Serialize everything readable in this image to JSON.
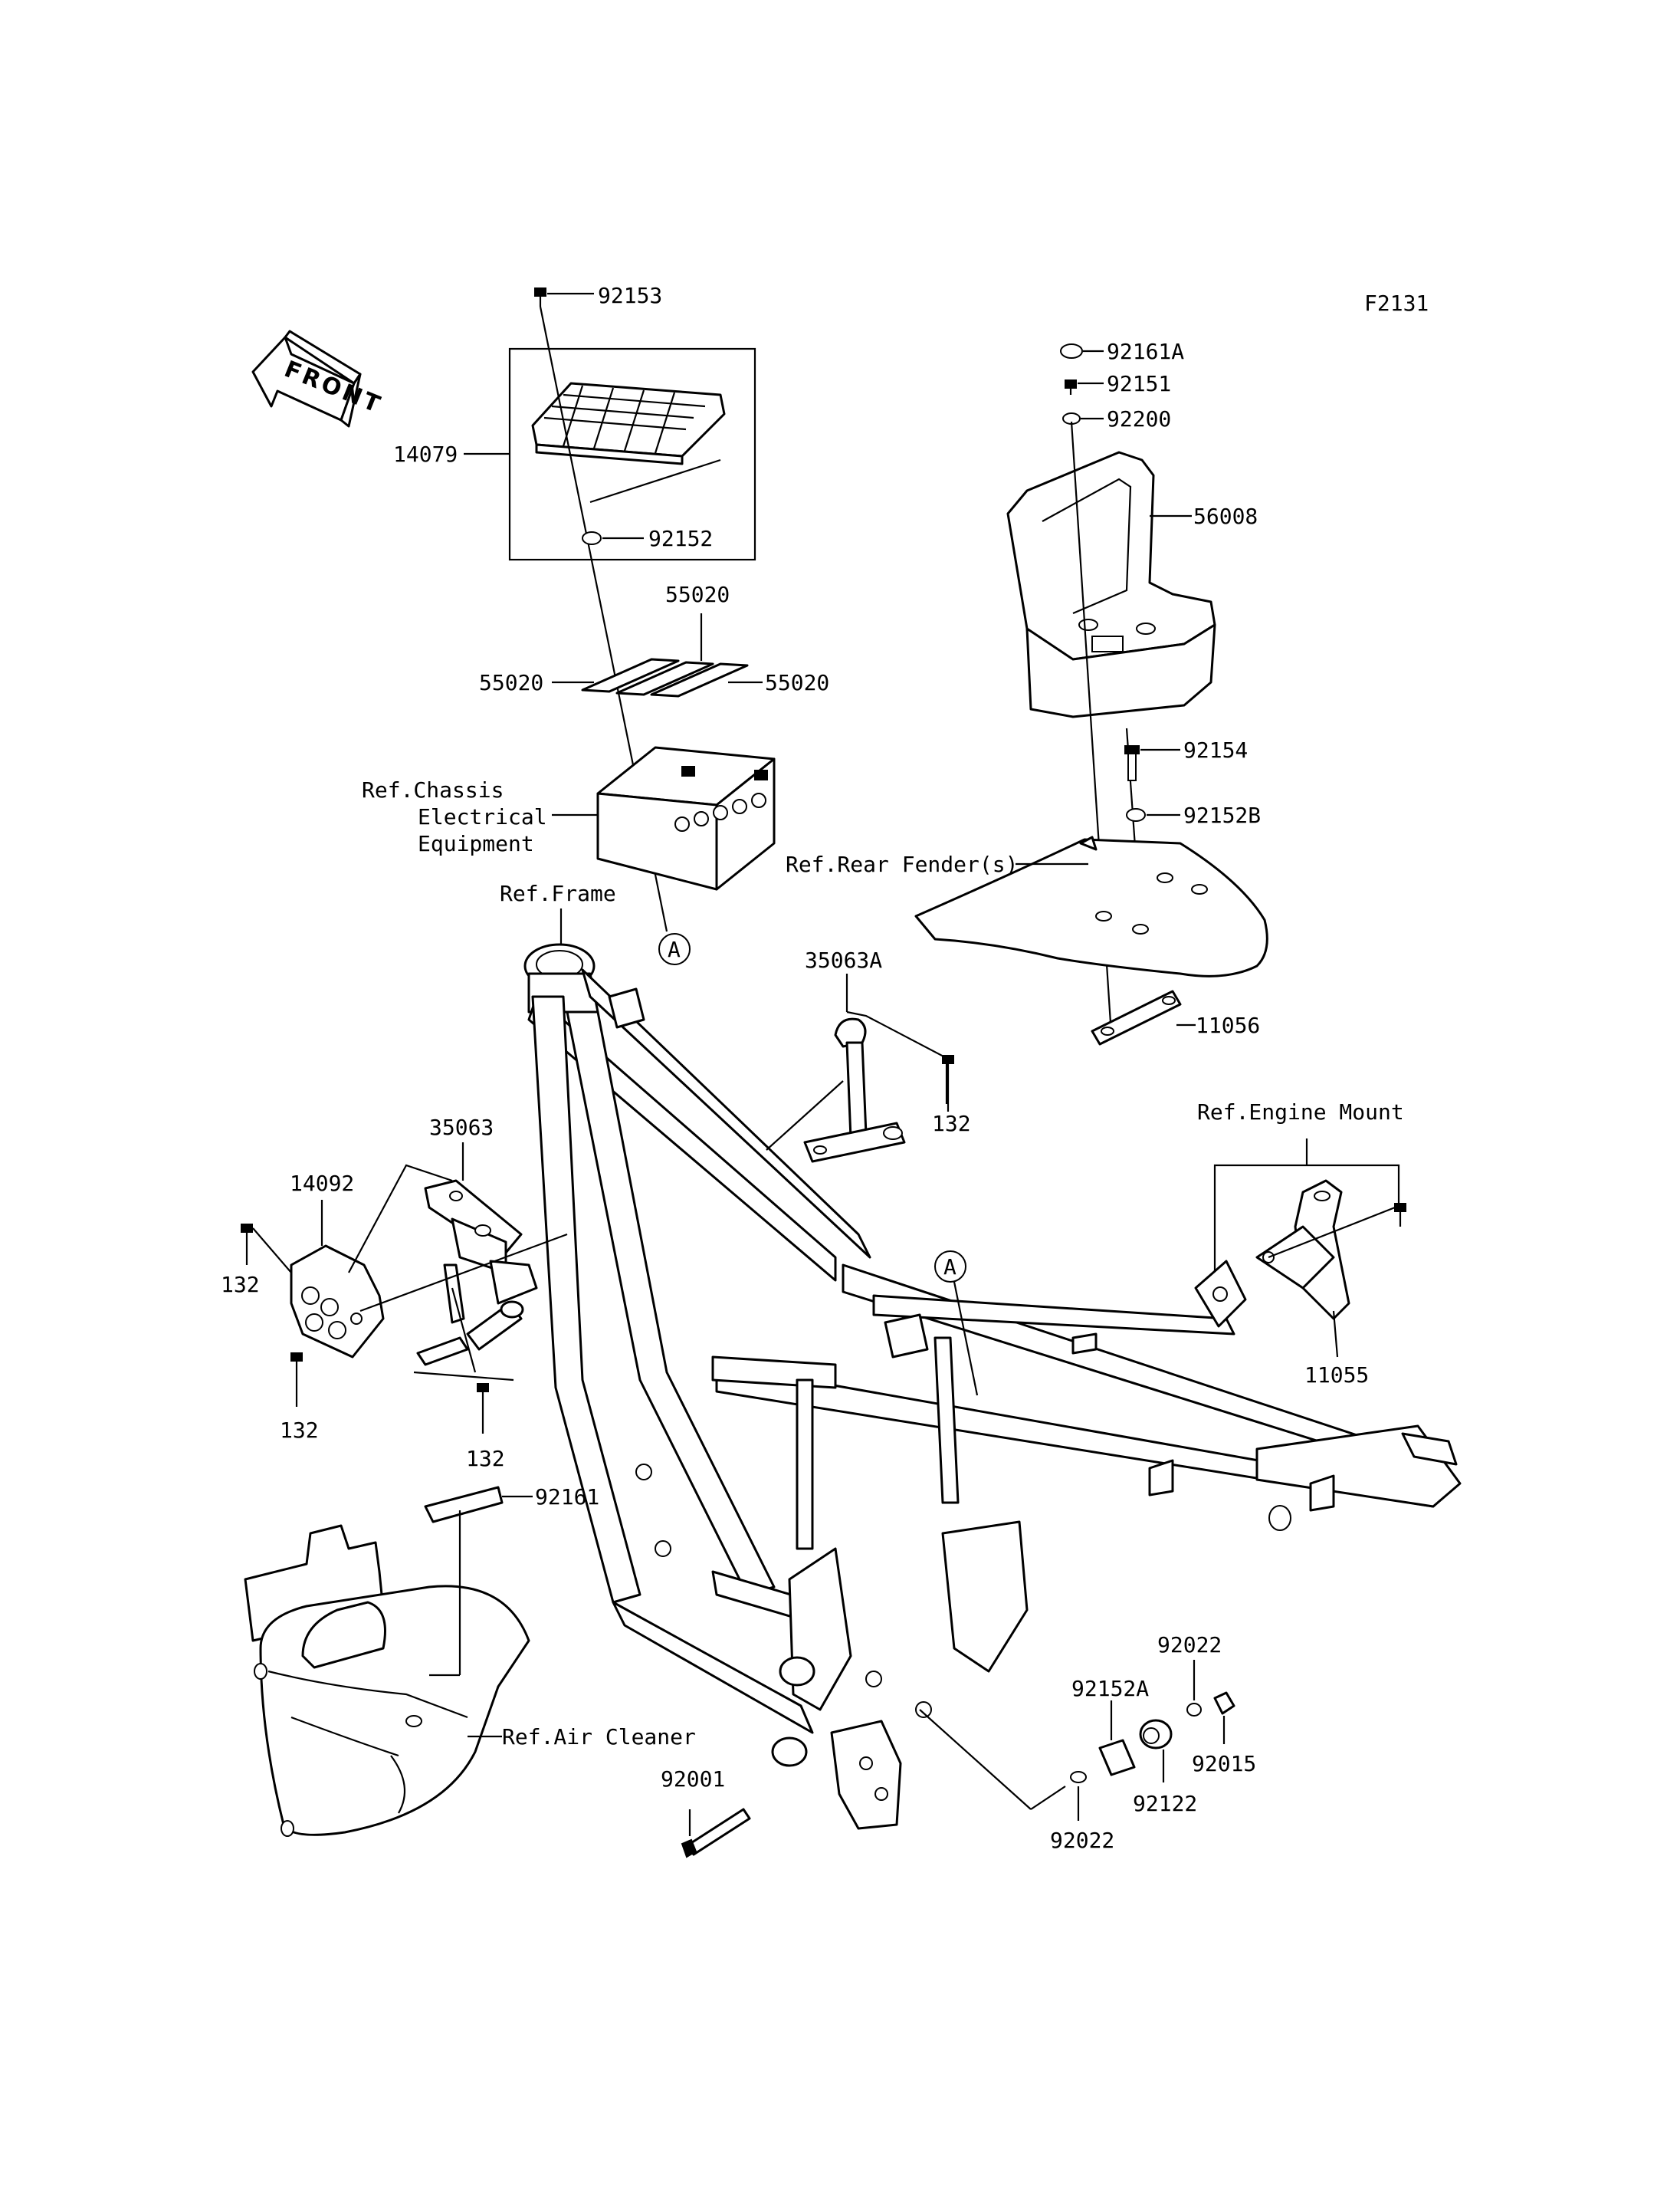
{
  "figure_id": "F2131",
  "front_label": "FRONT",
  "callouts": {
    "p92153": "92153",
    "p14079": "14079",
    "p92152": "92152",
    "p55020_top": "55020",
    "p55020_left": "55020",
    "p55020_right": "55020",
    "ref_chassis_1": "Ref.Chassis",
    "ref_chassis_2": "Electrical",
    "ref_chassis_3": "Equipment",
    "ref_frame": "Ref.Frame",
    "marker_a_top": "A",
    "marker_a_frame": "A",
    "p92161A": "92161A",
    "p92151": "92151",
    "p92200": "92200",
    "p56008": "56008",
    "p92154": "92154",
    "p92152B": "92152B",
    "ref_rear_fender": "Ref.Rear Fender(s)",
    "p11056": "11056",
    "p35063A": "35063A",
    "p132_right": "132",
    "p35063": "35063",
    "p14092": "14092",
    "p132_left": "132",
    "p132_bottom_left": "132",
    "p132_bottom_mid": "132",
    "ref_engine_mount": "Ref.Engine Mount",
    "p11055": "11055",
    "p92161": "92161",
    "ref_air_cleaner": "Ref.Air Cleaner",
    "p92001": "92001",
    "p92022_top": "92022",
    "p92152A": "92152A",
    "p92015": "92015",
    "p92122": "92122",
    "p92022_bottom": "92022"
  }
}
